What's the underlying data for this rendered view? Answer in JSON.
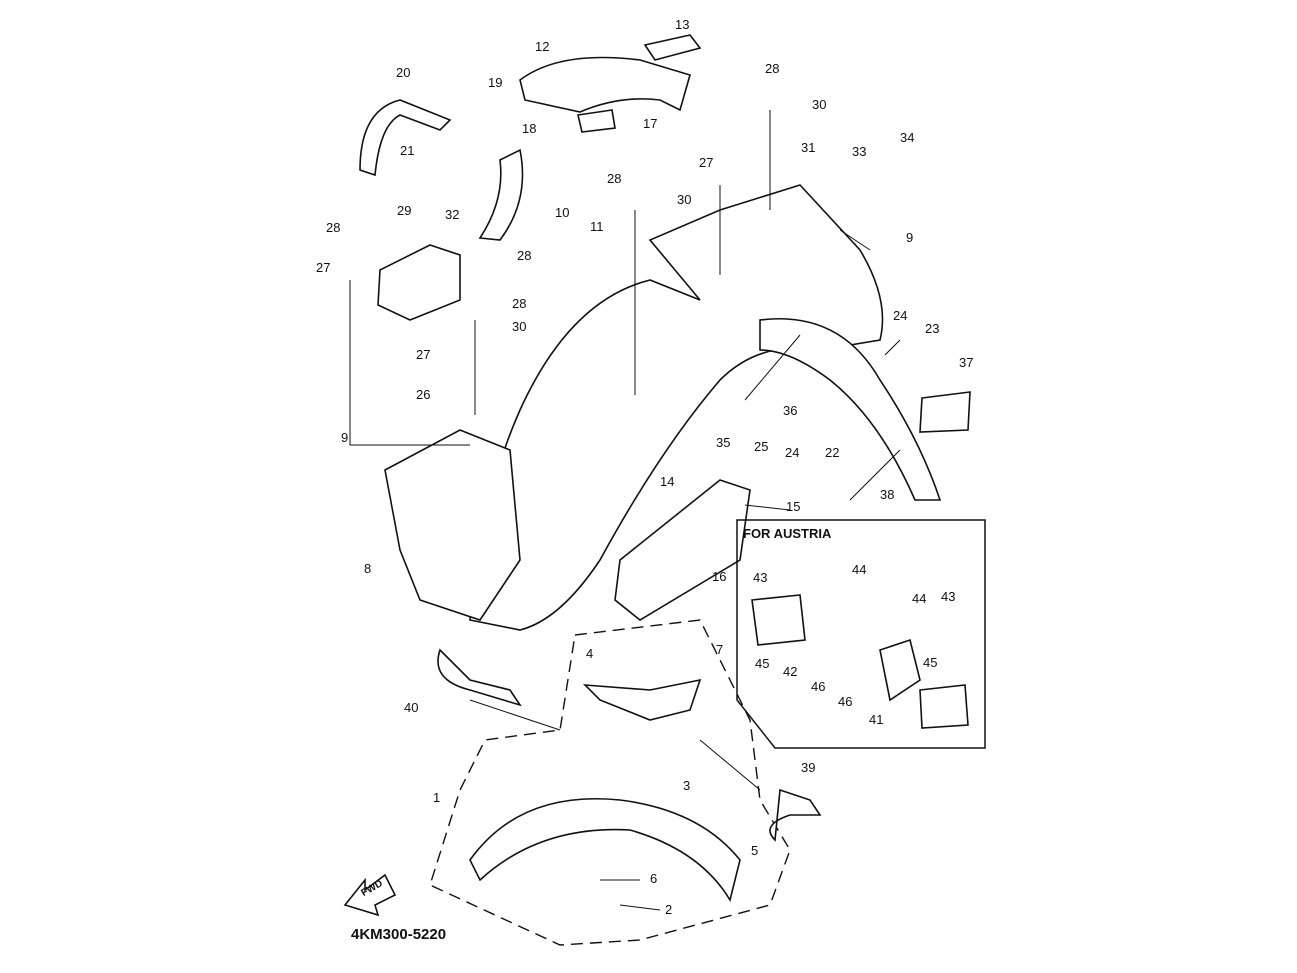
{
  "diagram": {
    "code": "4KM300-5220",
    "forward_label": "FWD",
    "inset_title": "FOR AUSTRIA",
    "callouts": [
      "12",
      "13",
      "20",
      "19",
      "21",
      "18",
      "17",
      "28",
      "30",
      "27",
      "31",
      "33",
      "34",
      "28",
      "30",
      "10",
      "11",
      "29",
      "32",
      "28",
      "27",
      "28",
      "28",
      "30",
      "27",
      "9",
      "24",
      "23",
      "37",
      "26",
      "36",
      "35",
      "25",
      "24",
      "22",
      "38",
      "9",
      "14",
      "15",
      "8",
      "16",
      "7",
      "4",
      "40",
      "39",
      "3",
      "1",
      "5",
      "6",
      "2",
      "43",
      "44",
      "44",
      "43",
      "45",
      "42",
      "46",
      "46",
      "41",
      "45"
    ]
  }
}
